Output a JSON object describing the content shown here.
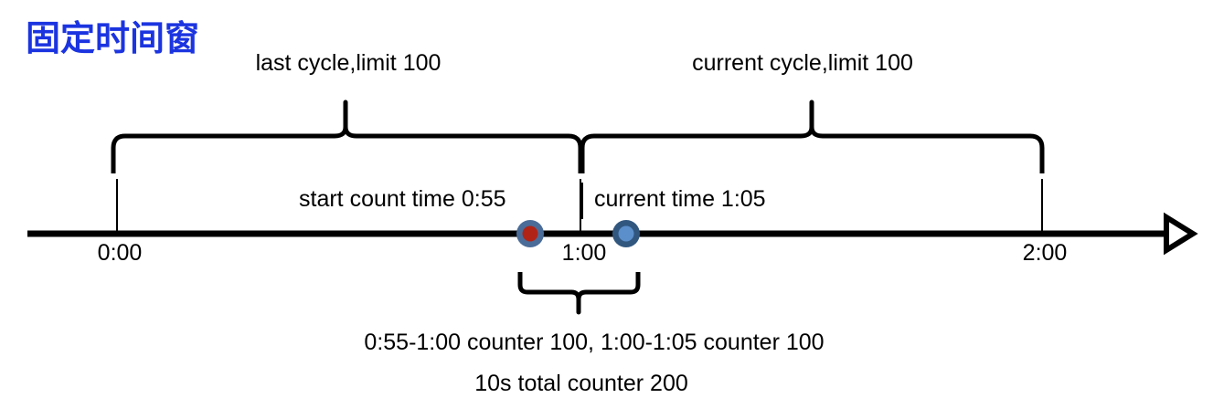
{
  "diagram": {
    "title": "固定时间窗",
    "title_color": "#1b34e0",
    "axis_color": "#000000",
    "background": "#ffffff"
  },
  "cycles": {
    "last": {
      "label": "last cycle,limit 100",
      "start_time": "0:00",
      "end_time": "1:00",
      "limit": 100
    },
    "current": {
      "label": "current cycle,limit 100",
      "start_time": "1:00",
      "end_time": "2:00",
      "limit": 100
    }
  },
  "axis": {
    "ticks": [
      {
        "label": "0:00",
        "time_seconds": 0
      },
      {
        "label": "1:00",
        "time_seconds": 60
      },
      {
        "label": "2:00",
        "time_seconds": 120
      }
    ],
    "arrow_icon": "arrow-right-triangle-icon"
  },
  "markers": {
    "start_count": {
      "note": "start count time 0:55",
      "time": "0:55",
      "dot_fill": "#b02418",
      "dot_ring": "#4a6c98"
    },
    "current_time": {
      "note": "current time 1:05",
      "time": "1:05",
      "dot_fill": "#5b8fcb",
      "dot_ring": "#31577f"
    }
  },
  "summary": {
    "line1": "0:55-1:00 counter 100, 1:00-1:05 counter 100",
    "line2": "10s total counter 200",
    "window_start": "0:55",
    "window_end": "1:05",
    "window_duration": "10s",
    "total_counter": 200
  }
}
